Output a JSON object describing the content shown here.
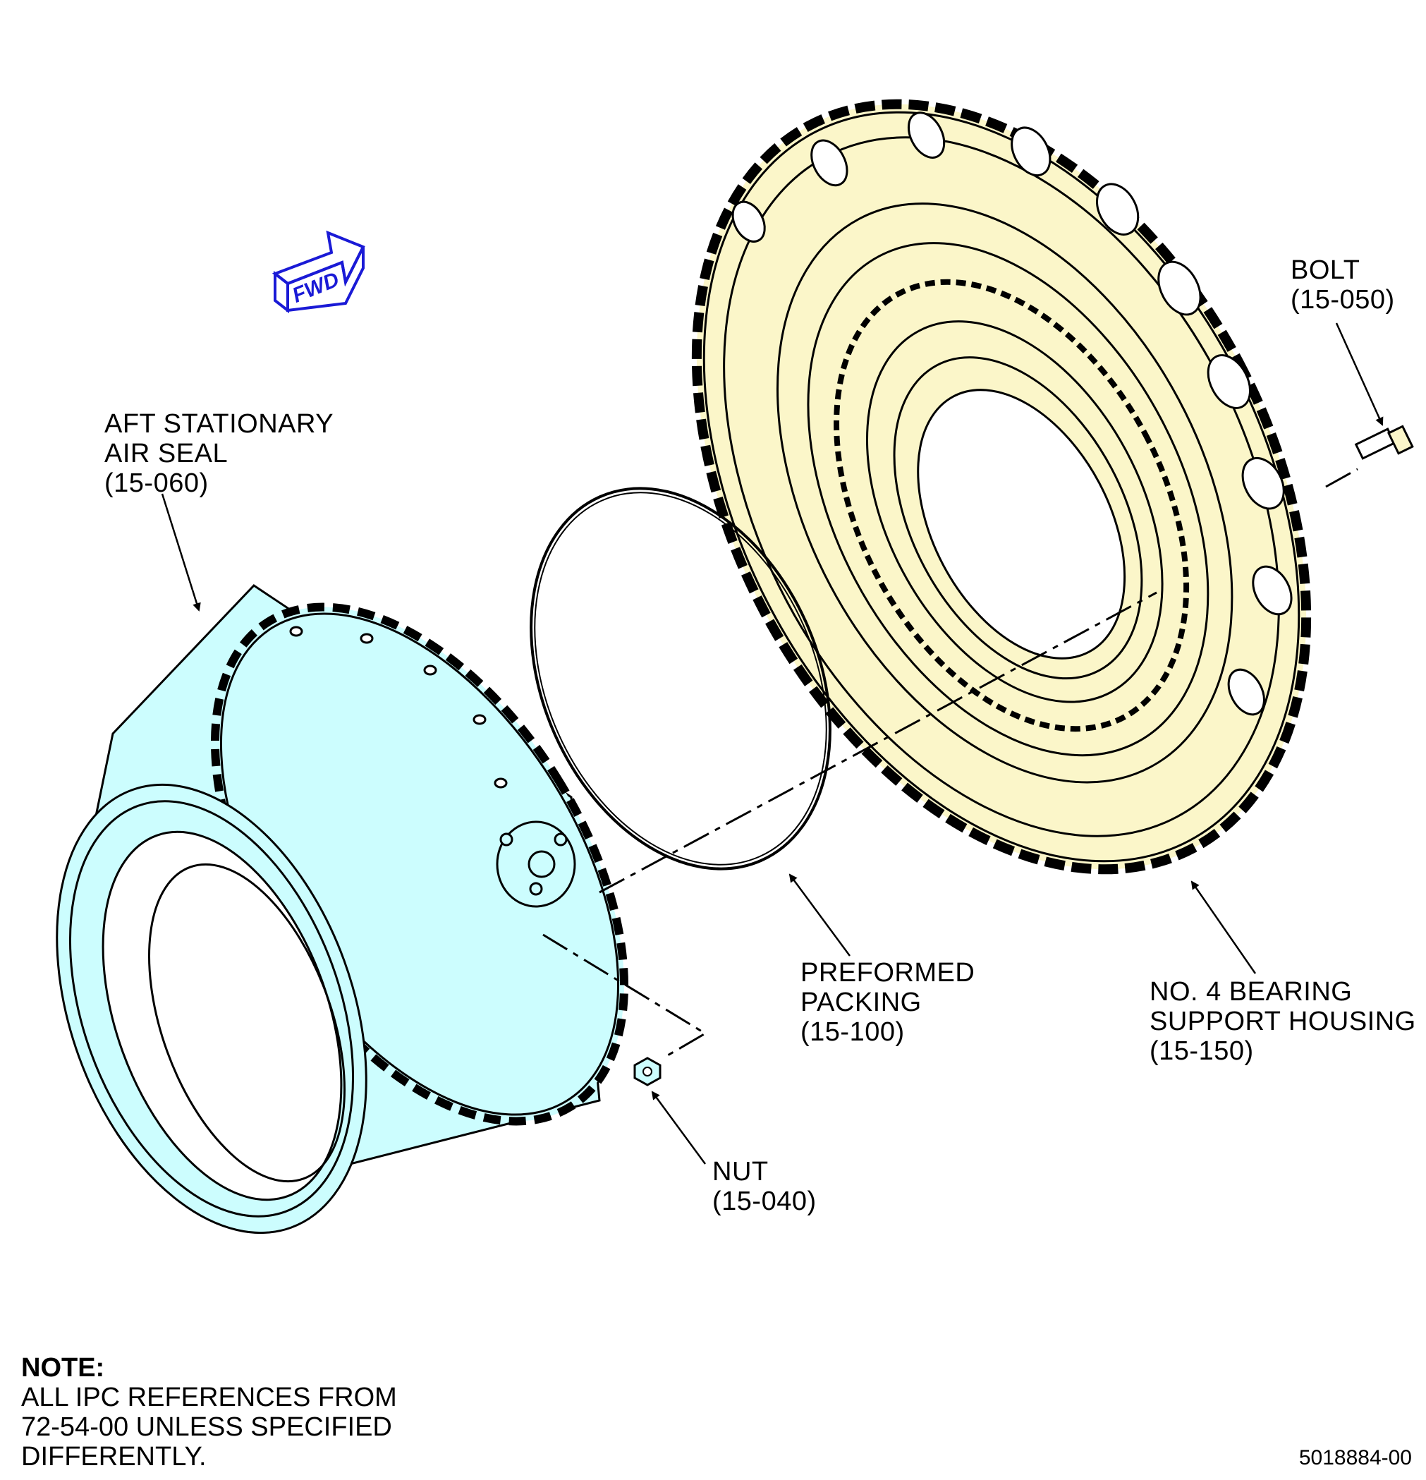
{
  "fwd_label": "FWD",
  "labels": {
    "aft_air_seal": [
      "AFT STATIONARY",
      "AIR SEAL",
      "(15-060)"
    ],
    "bolt": [
      "BOLT",
      "(15-050)"
    ],
    "packing": [
      "PREFORMED",
      "PACKING",
      "(15-100)"
    ],
    "housing": [
      "NO. 4 BEARING",
      "SUPPORT HOUSING",
      "(15-150)"
    ],
    "nut": [
      "NUT",
      "(15-040)"
    ]
  },
  "note": {
    "heading": "NOTE:",
    "lines": [
      "ALL IPC REFERENCES FROM",
      "72-54-00 UNLESS SPECIFIED",
      "DIFFERENTLY."
    ]
  },
  "figure_number": "5018884-00",
  "colors": {
    "housing_fill": "#fbf6c9",
    "seal_fill": "#ccfdfe",
    "fwd_arrow": "#1a1ad6",
    "line": "#000000"
  }
}
